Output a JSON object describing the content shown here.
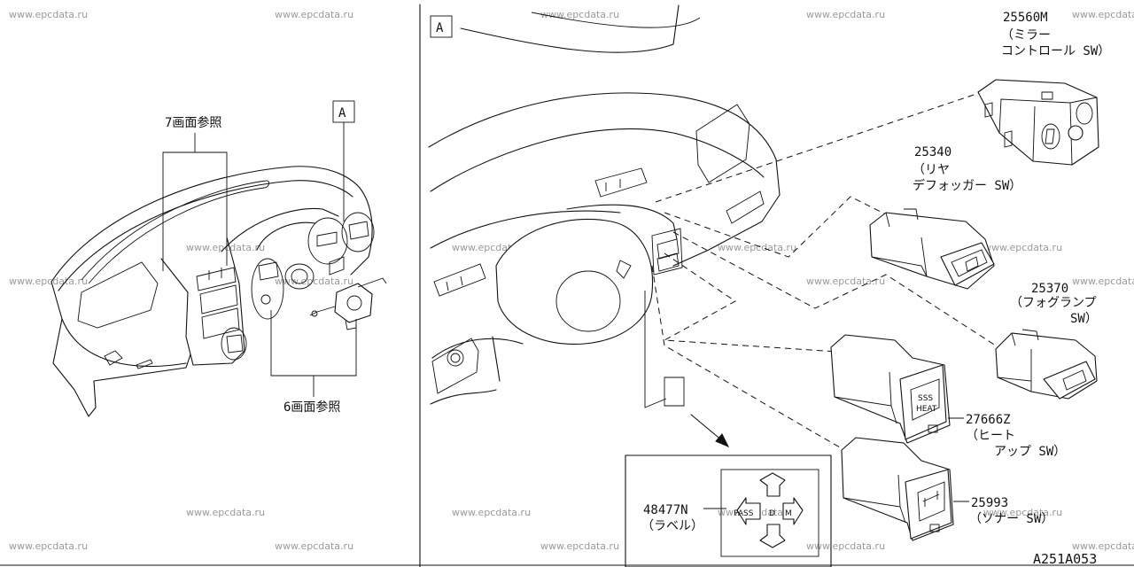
{
  "watermark": "www.epcdata.ru",
  "left_panel": {
    "ref_top": "7画面参照",
    "ref_bottom": "6画面参照",
    "callout": "A"
  },
  "right_panel": {
    "callout": "A",
    "drawing_code": "A251A053"
  },
  "parts": [
    {
      "number": "25560M",
      "desc_lines": [
        "（ミラー",
        "コントロール SW）"
      ]
    },
    {
      "number": "25340",
      "desc_lines": [
        "（リヤ",
        "デフォッガー SW）"
      ]
    },
    {
      "number": "25370",
      "desc_lines": [
        "（フォグランプ",
        "SW）"
      ]
    },
    {
      "number": "27666Z",
      "desc_lines": [
        "（ヒート",
        "アップ SW）"
      ]
    },
    {
      "number": "25993",
      "desc_lines": [
        "（ソナー SW）"
      ]
    },
    {
      "number": "48477N",
      "desc_lines": [
        "（ラベル）"
      ]
    }
  ],
  "switch_faces": {
    "heat_a": "SSS",
    "heat_b": "HEAT",
    "label_pass": "PASS",
    "label_d": "D",
    "label_m": "M"
  }
}
